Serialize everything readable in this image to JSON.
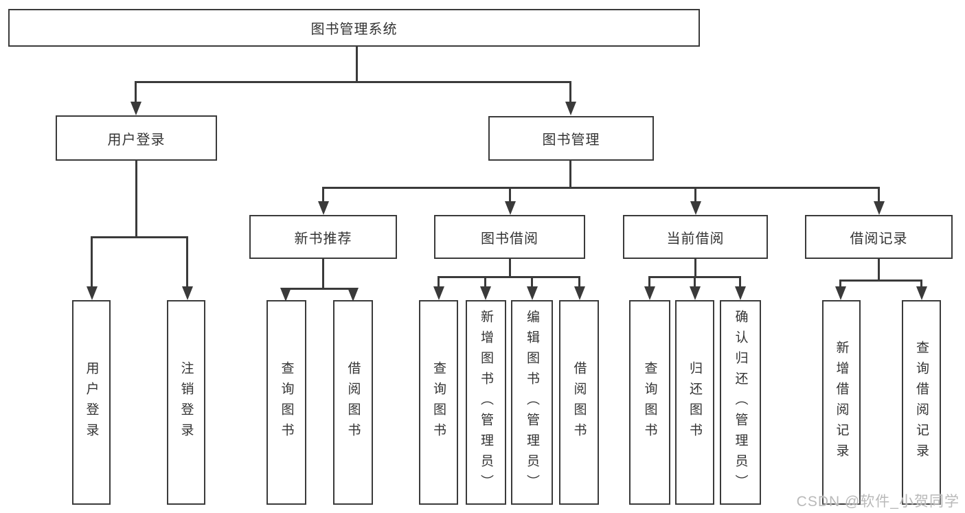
{
  "colors": {
    "line": "#3a3a3a",
    "text": "#333333",
    "background": "#ffffff",
    "watermark": "#b9b9b9"
  },
  "watermark": {
    "text": "CSDN @软件_小贺同学"
  },
  "tree": {
    "root": {
      "label": "图书管理系统"
    },
    "branches": [
      {
        "label": "用户登录",
        "children": [
          {
            "label": "用户登录"
          },
          {
            "label": "注销登录"
          }
        ]
      },
      {
        "label": "图书管理",
        "children": [
          {
            "label": "新书推荐",
            "children": [
              {
                "label": "查询图书"
              },
              {
                "label": "借阅图书"
              }
            ]
          },
          {
            "label": "图书借阅",
            "children": [
              {
                "label": "查询图书"
              },
              {
                "label": "新增图书（管理员）"
              },
              {
                "label": "编辑图书（管理员）"
              },
              {
                "label": "借阅图书"
              }
            ]
          },
          {
            "label": "当前借阅",
            "children": [
              {
                "label": "查询图书"
              },
              {
                "label": "归还图书"
              },
              {
                "label": "确认归还（管理员）"
              }
            ]
          },
          {
            "label": "借阅记录",
            "children": [
              {
                "label": "新增借阅记录"
              },
              {
                "label": "查询借阅记录"
              }
            ]
          }
        ]
      }
    ]
  }
}
